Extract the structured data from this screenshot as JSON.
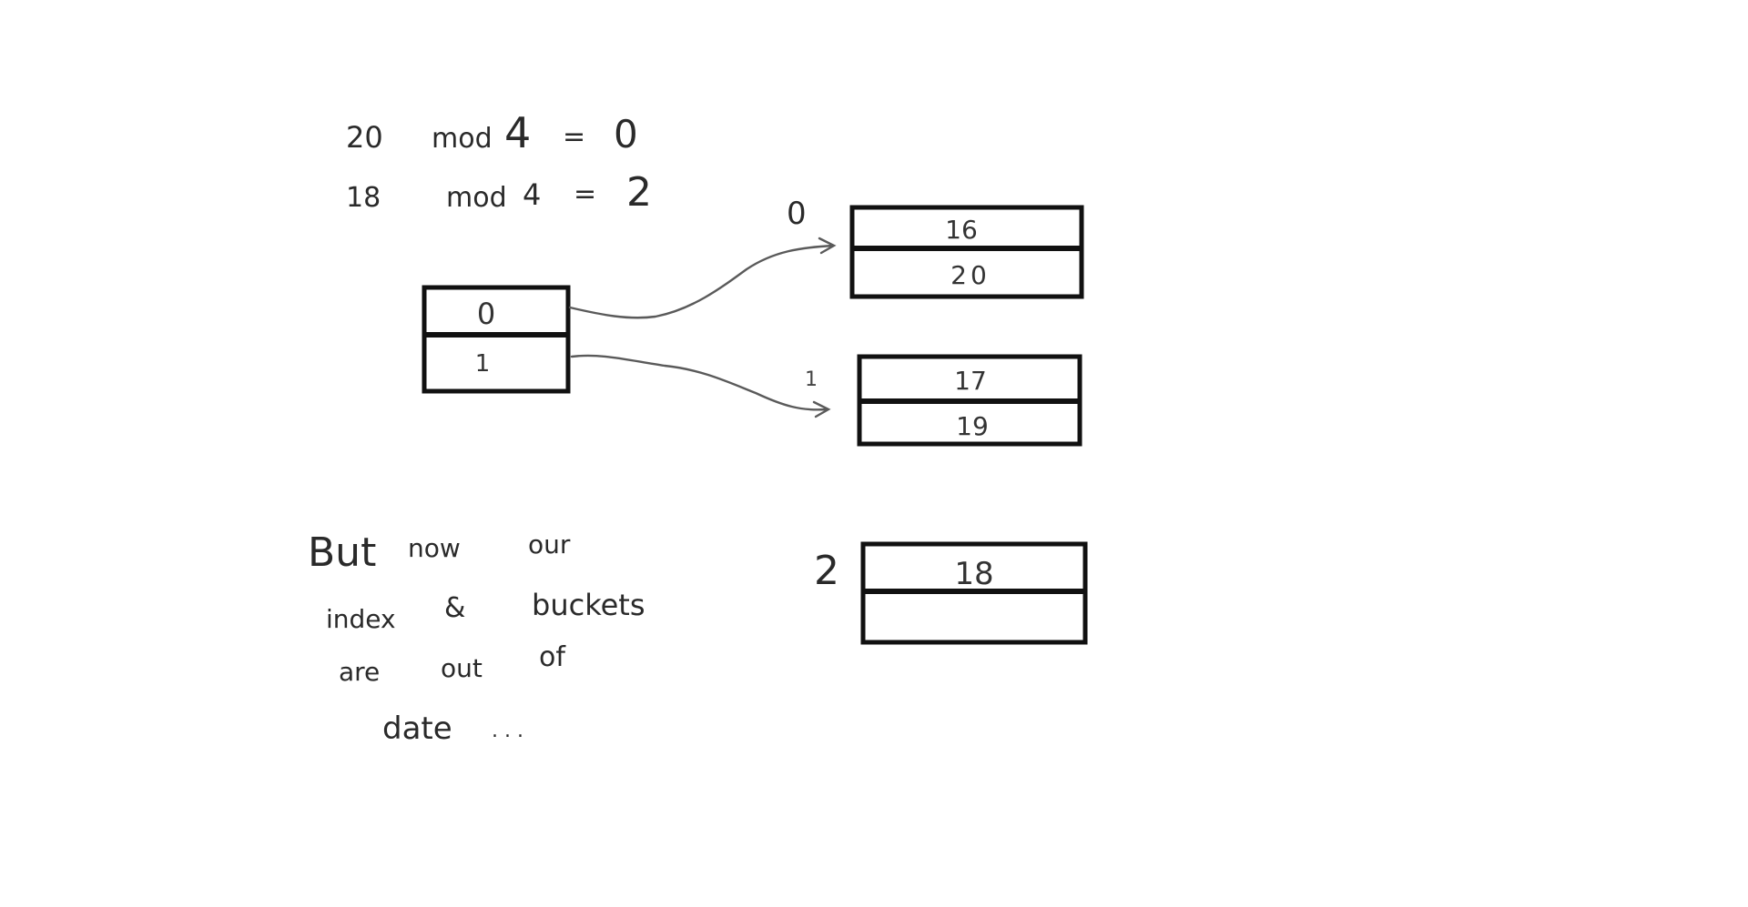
{
  "equations": [
    {
      "number": "20",
      "op": "mod",
      "divisor": "4",
      "eq": "=",
      "result": "0"
    },
    {
      "number": "18",
      "op": "mod",
      "divisor": "4",
      "eq": "=",
      "result": "2"
    }
  ],
  "index": {
    "cells": [
      "0",
      "1"
    ]
  },
  "buckets": [
    {
      "label": "0",
      "cells": [
        "16",
        "20"
      ]
    },
    {
      "label": "1",
      "cells": [
        "17",
        "19"
      ]
    },
    {
      "label": "2",
      "cells": [
        "18",
        ""
      ]
    }
  ],
  "note": {
    "lines": [
      [
        "But",
        "now",
        "our"
      ],
      [
        "index",
        "&",
        "buckets"
      ],
      [
        "are",
        "out",
        "of"
      ],
      [
        "date",
        ". . ."
      ]
    ]
  },
  "colors": {
    "ink": "#111111",
    "pencil": "#5a5a5a",
    "background": "#ffffff"
  }
}
